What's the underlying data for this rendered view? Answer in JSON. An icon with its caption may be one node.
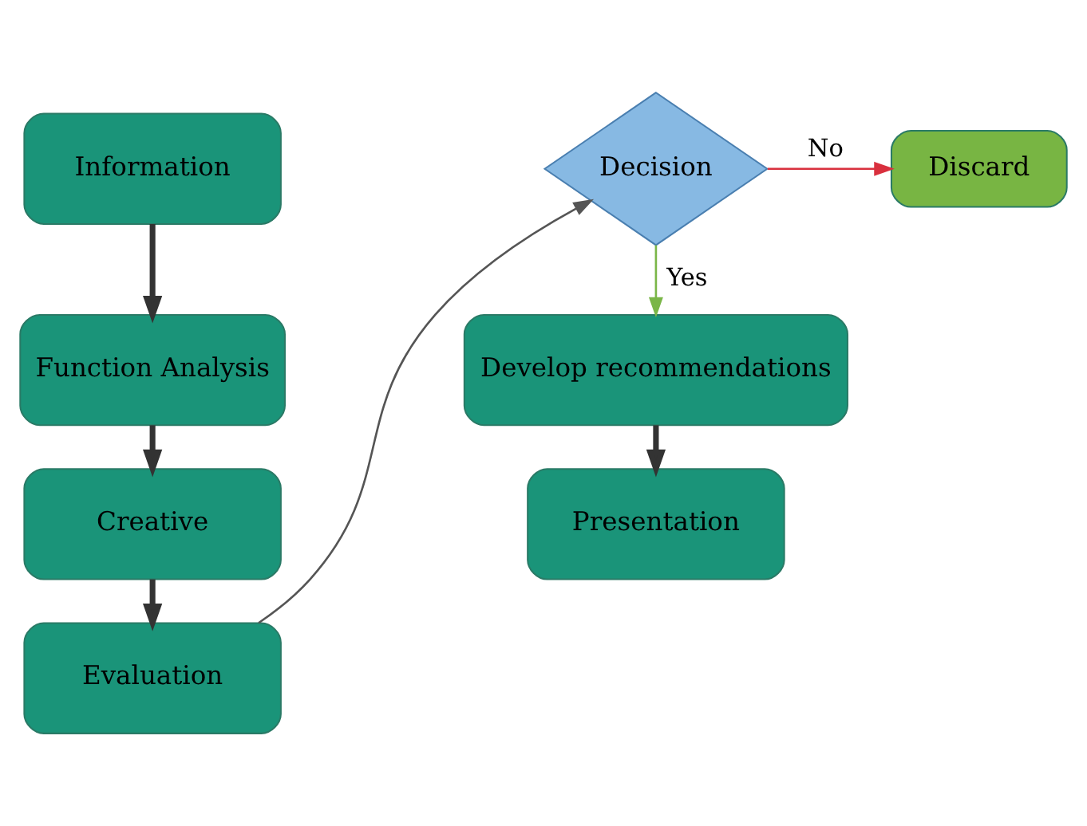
{
  "diagram": {
    "nodes": [
      {
        "text": [
          "Information"
        ]
      },
      {
        "text": [
          "Function Analysis"
        ]
      },
      {
        "text": [
          "Creative"
        ]
      },
      {
        "text": [
          "Evaluation"
        ]
      },
      {
        "text": [
          "Decision"
        ]
      },
      {
        "text": [
          "Discard"
        ]
      },
      {
        "text": [
          "Develop recommendations"
        ]
      },
      {
        "text": [
          "Presentation"
        ]
      }
    ],
    "edges": [
      {
        "from": 0,
        "to": 1,
        "arrow": "to"
      },
      {
        "from": 1,
        "to": 2,
        "arrow": "to"
      },
      {
        "from": 2,
        "to": 3,
        "arrow": "to"
      },
      {
        "from": 3,
        "to": 4,
        "arrow": "to",
        "color": "#555555"
      },
      {
        "from": 4,
        "to": 5,
        "arrow": "to",
        "label": "No",
        "color": "#d9303e"
      },
      {
        "from": 4,
        "to": 6,
        "arrow": "to",
        "label": "Yes",
        "color": "#7ab648"
      },
      {
        "from": 6,
        "to": 7,
        "arrow": "to"
      }
    ]
  }
}
